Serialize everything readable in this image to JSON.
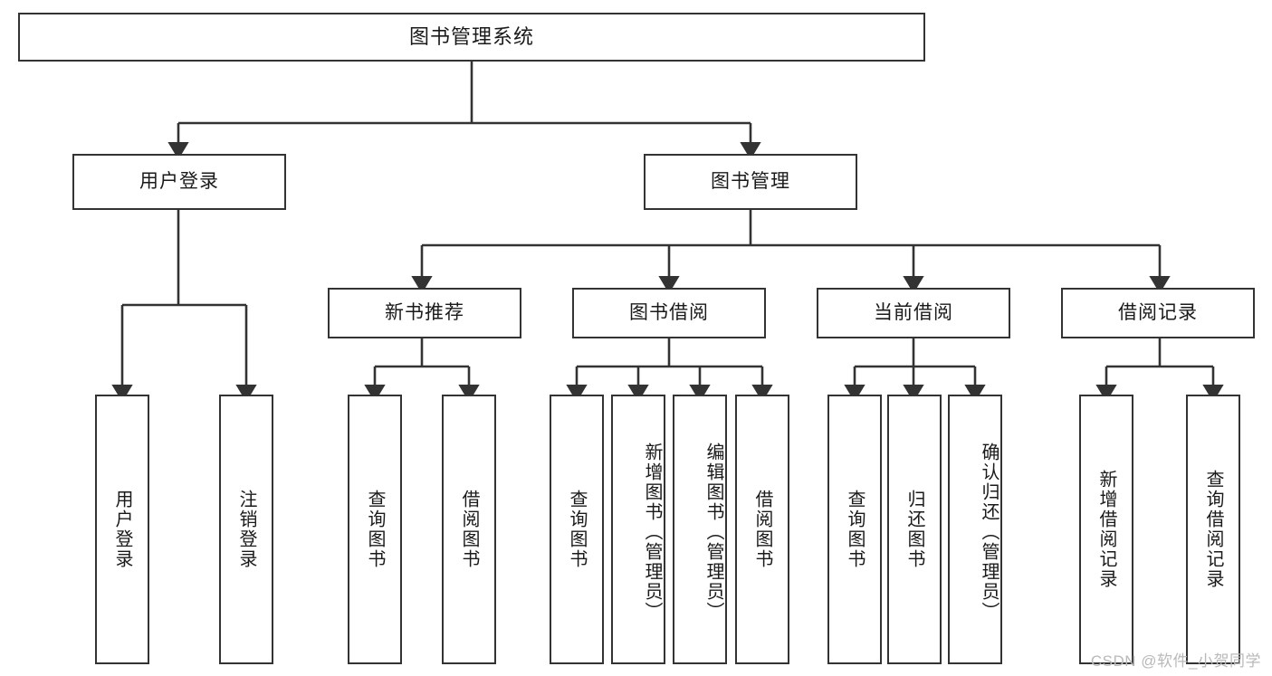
{
  "diagram": {
    "type": "tree",
    "title": "图书管理系统",
    "colors": {
      "box_border": "#333333",
      "box_fill": "#ffffff",
      "connector": "#333333",
      "text": "#1a1a1a",
      "watermark": "#b9b9b9"
    },
    "root": {
      "label": "图书管理系统"
    },
    "level1": [
      {
        "label": "用户登录"
      },
      {
        "label": "图书管理"
      }
    ],
    "level2": [
      {
        "label": "新书推荐"
      },
      {
        "label": "图书借阅"
      },
      {
        "label": "当前借阅"
      },
      {
        "label": "借阅记录"
      }
    ],
    "leaves": {
      "user_login": [
        {
          "label": "用户登录"
        },
        {
          "label": "注销登录"
        }
      ],
      "new_book_recommend": [
        {
          "label": "查询图书"
        },
        {
          "label": "借阅图书"
        }
      ],
      "book_borrow": [
        {
          "label": "查询图书"
        },
        {
          "label": "新增图书（管理员）"
        },
        {
          "label": "编辑图书（管理员）"
        },
        {
          "label": "借阅图书"
        }
      ],
      "current_borrow": [
        {
          "label": "查询图书"
        },
        {
          "label": "归还图书"
        },
        {
          "label": "确认归还（管理员）"
        }
      ],
      "borrow_record": [
        {
          "label": "新增借阅记录"
        },
        {
          "label": "查询借阅记录"
        }
      ]
    },
    "watermark": "CSDN @软件_小贺同学"
  }
}
